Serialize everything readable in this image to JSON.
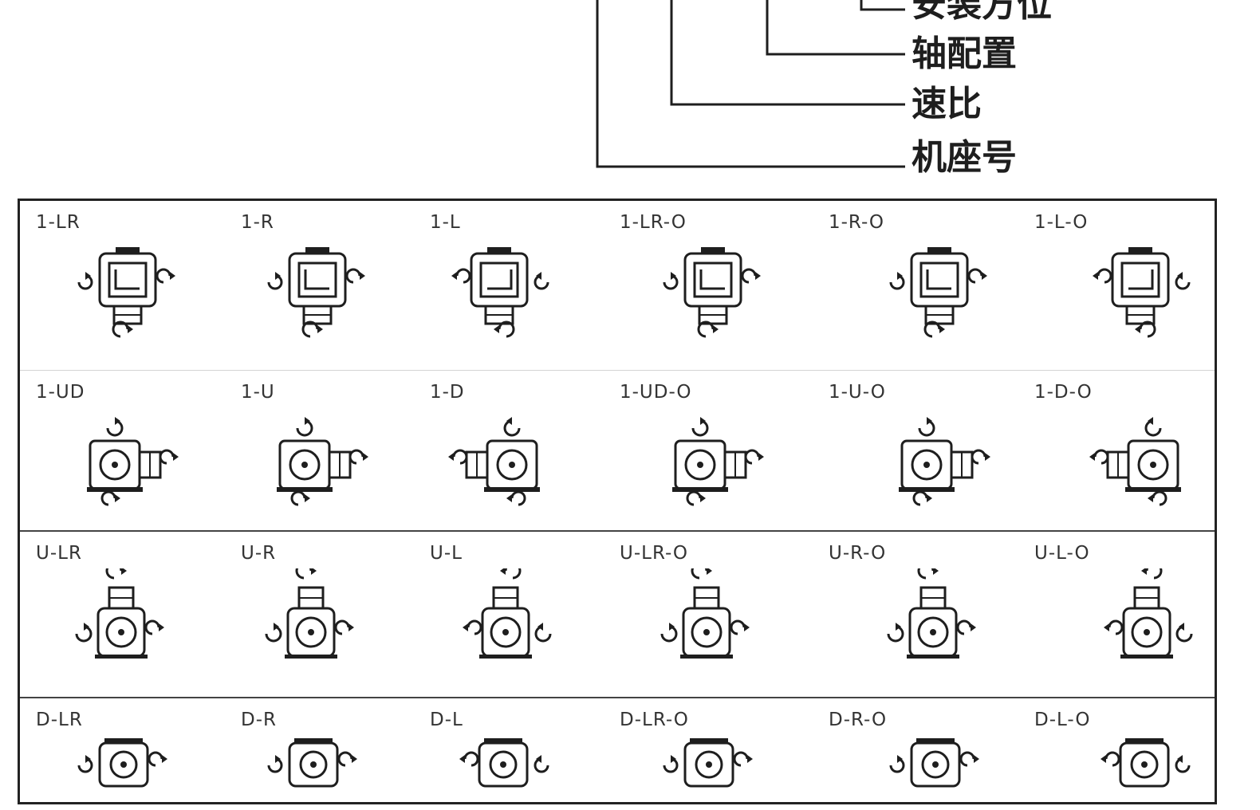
{
  "legend": {
    "items": [
      {
        "label": "安装方位"
      },
      {
        "label": "轴配置"
      },
      {
        "label": "速比"
      },
      {
        "label": "机座号"
      }
    ]
  },
  "table": {
    "rows": [
      {
        "type": "side",
        "cells": [
          "1-LR",
          "1-R",
          "1-L",
          "1-LR-O",
          "1-R-O",
          "1-L-O"
        ]
      },
      {
        "type": "ud",
        "cells": [
          "1-UD",
          "1-U",
          "1-D",
          "1-UD-O",
          "1-U-O",
          "1-D-O"
        ]
      },
      {
        "type": "up",
        "cells": [
          "U-LR",
          "U-R",
          "U-L",
          "U-LR-O",
          "U-R-O",
          "U-L-O"
        ]
      },
      {
        "type": "down",
        "cells": [
          "D-LR",
          "D-R",
          "D-L",
          "D-LR-O",
          "D-R-O",
          "D-L-O"
        ]
      }
    ]
  },
  "colors": {
    "ink": "#1e1e1e",
    "grid": "#444444"
  },
  "icons": {
    "gearbox": "right-angle-gearbox-icon"
  }
}
